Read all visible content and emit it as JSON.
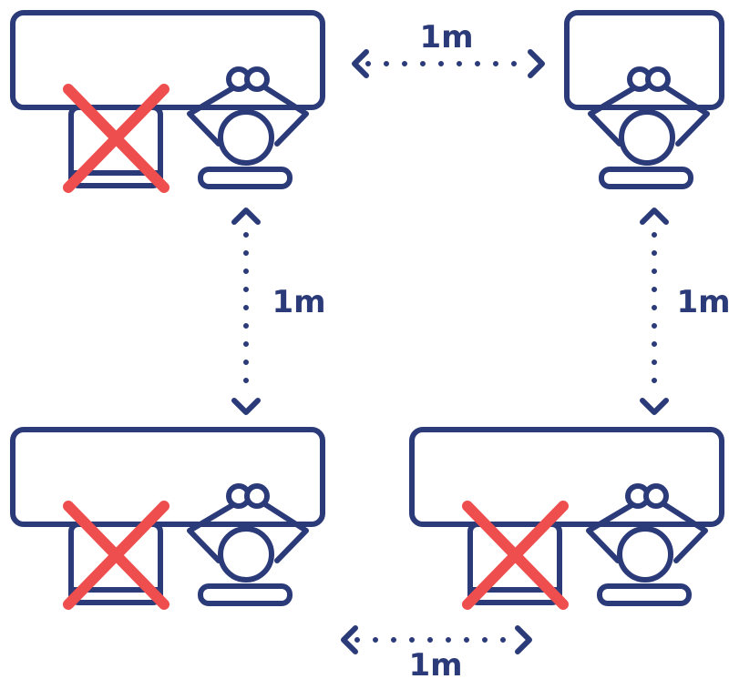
{
  "diagram": {
    "colors": {
      "line": "#2b3a78",
      "cross": "#ef4e4e",
      "background": "#ffffff"
    },
    "distance_labels": {
      "top": "1m",
      "left": "1m",
      "right": "1m",
      "bottom": "1m"
    },
    "workstations": [
      {
        "id": "ws-top-left",
        "empty_chair_crossed": true
      },
      {
        "id": "ws-top-right",
        "empty_chair_crossed": false
      },
      {
        "id": "ws-bottom-left",
        "empty_chair_crossed": true
      },
      {
        "id": "ws-bottom-right",
        "empty_chair_crossed": true
      }
    ]
  }
}
